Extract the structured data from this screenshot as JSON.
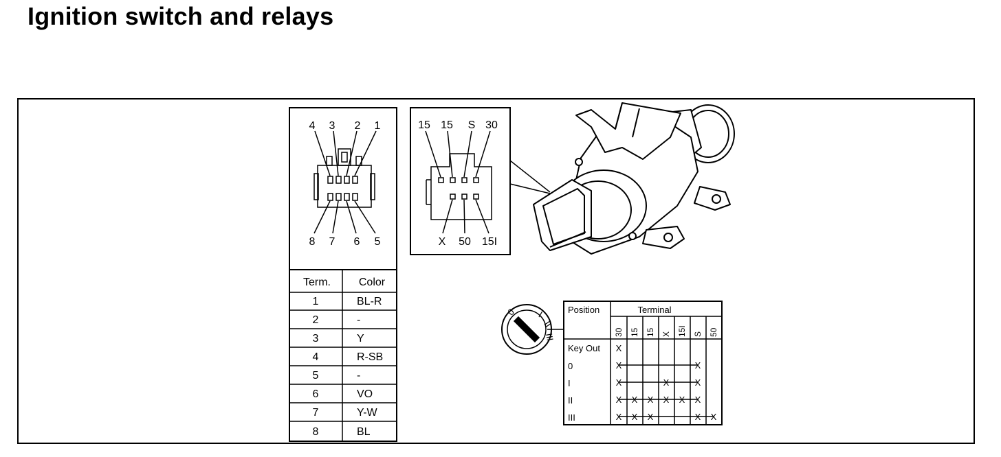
{
  "title": "Ignition switch and relays",
  "connector_left": {
    "top_labels": [
      "4",
      "3",
      "2",
      "1"
    ],
    "bottom_labels": [
      "8",
      "7",
      "6",
      "5"
    ]
  },
  "connector_right": {
    "top_labels": [
      "15",
      "15",
      "S",
      "30"
    ],
    "bottom_labels": [
      "X",
      "50",
      "15I"
    ]
  },
  "color_table": {
    "headers": [
      "Term.",
      "Color"
    ],
    "rows": [
      [
        "1",
        "BL-R"
      ],
      [
        "2",
        "-"
      ],
      [
        "3",
        "Y"
      ],
      [
        "4",
        "R-SB"
      ],
      [
        "5",
        "-"
      ],
      [
        "6",
        "VO"
      ],
      [
        "7",
        "Y-W"
      ],
      [
        "8",
        "BL"
      ]
    ]
  },
  "key_dial": {
    "positions": [
      "0",
      "I",
      "II",
      "III"
    ]
  },
  "position_table": {
    "position_header": "Position",
    "terminal_header": "Terminal",
    "terminals": [
      "30",
      "15",
      "15",
      "X",
      "15I",
      "S",
      "50"
    ],
    "mark": "X",
    "rows": [
      {
        "position": "Key Out",
        "marks": [
          0
        ]
      },
      {
        "position": "0",
        "marks": [
          0,
          5
        ]
      },
      {
        "position": "I",
        "marks": [
          0,
          3,
          5
        ]
      },
      {
        "position": "II",
        "marks": [
          0,
          1,
          2,
          3,
          4,
          5
        ]
      },
      {
        "position": "III",
        "marks": [
          0,
          1,
          2,
          5,
          6
        ]
      }
    ]
  }
}
